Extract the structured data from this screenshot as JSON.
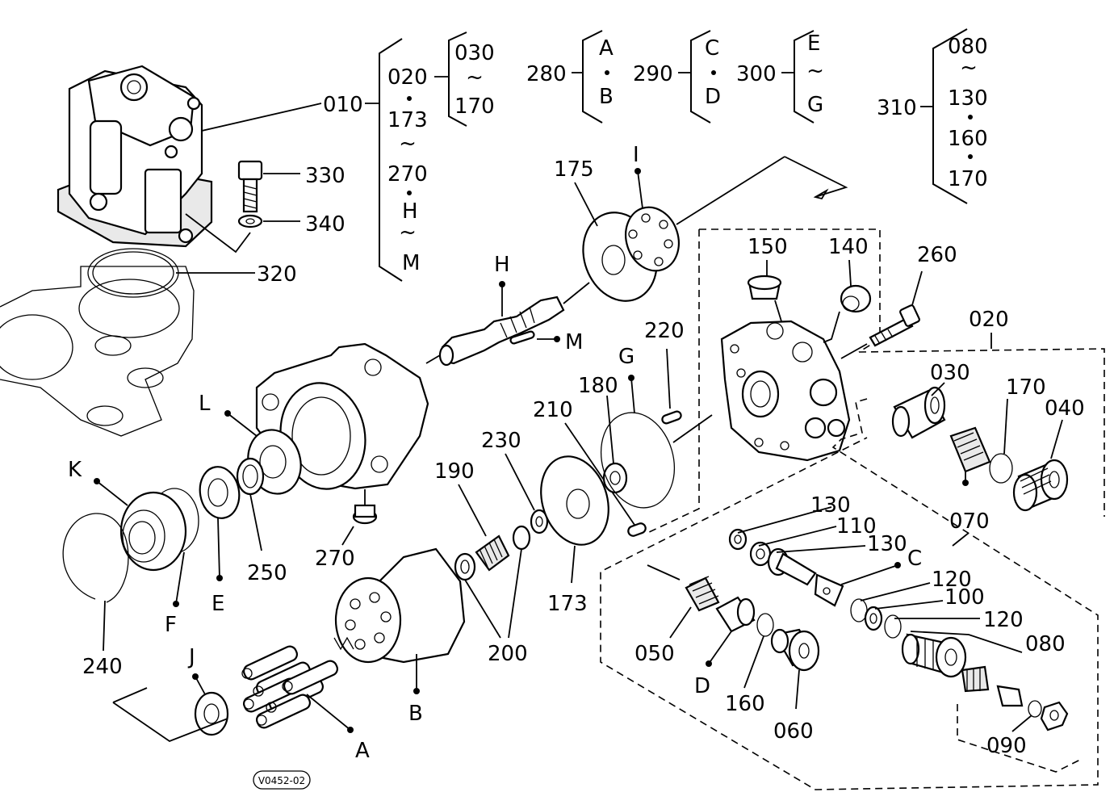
{
  "figure_ref": "V0452-02",
  "callouts": {
    "p010": "010",
    "p020a": "020",
    "p030a": "030",
    "p170a": "170",
    "p173a": "173",
    "p270a": "270",
    "pHa": "H",
    "pMa": "M",
    "p280": "280",
    "pA1": "A",
    "pB1": "B",
    "p290": "290",
    "pC1": "C",
    "pD1": "D",
    "p300": "300",
    "pE1": "E",
    "pG1": "G",
    "p310": "310",
    "p080a": "080",
    "p130a": "130",
    "p160a": "160",
    "p170b": "170",
    "p330": "330",
    "p340": "340",
    "p320": "320",
    "p175": "175",
    "pI": "I",
    "p150": "150",
    "p140": "140",
    "p260": "260",
    "p020b": "020",
    "pH": "H",
    "pM": "M",
    "p220": "220",
    "pG": "G",
    "p180": "180",
    "p210": "210",
    "p030b": "030",
    "p170c": "170",
    "p040": "040",
    "pL": "L",
    "pK": "K",
    "pE": "E",
    "pF": "F",
    "p250": "250",
    "p270b": "270",
    "p240": "240",
    "p190": "190",
    "p230": "230",
    "p200": "200",
    "p173b": "173",
    "p130b": "130",
    "p110": "110",
    "p130c": "130",
    "p070": "070",
    "pC": "C",
    "p120a": "120",
    "p100": "100",
    "p120b": "120",
    "p080b": "080",
    "p050": "050",
    "pD": "D",
    "p160b": "160",
    "p060": "060",
    "p090": "090",
    "pJ": "J",
    "pA": "A",
    "pB": "B"
  }
}
